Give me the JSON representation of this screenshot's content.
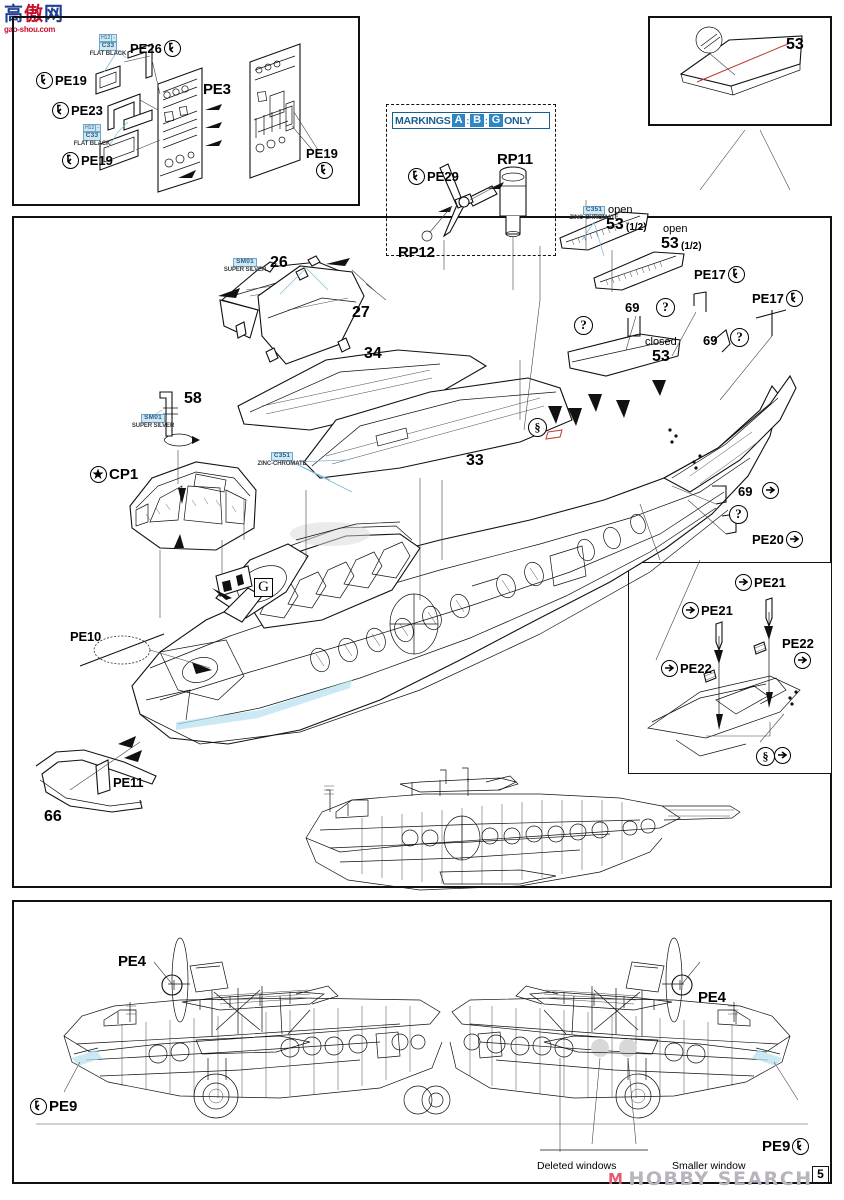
{
  "document": {
    "type": "scale-model-assembly-instruction",
    "page_number": "5"
  },
  "watermarks": {
    "top_left": {
      "chars": [
        "高",
        "傲",
        "网"
      ],
      "url": "gao-shou.com"
    },
    "bottom_right": {
      "text": "HOBBY SEARCH",
      "mark": "M"
    }
  },
  "panels": {
    "top_left_interior": {
      "labels": [
        {
          "id": "pe26",
          "text": "PE26",
          "symbol": "bend-icon"
        },
        {
          "id": "pe19a",
          "text": "PE19",
          "symbol": "bend-icon"
        },
        {
          "id": "pe23",
          "text": "PE23",
          "symbol": "bend-icon"
        },
        {
          "id": "pe19b",
          "text": "PE19",
          "symbol": "bend-icon"
        },
        {
          "id": "pe3",
          "text": "PE3",
          "symbol": "none"
        },
        {
          "id": "pe19c",
          "text": "PE19",
          "symbol": "bend-icon"
        }
      ],
      "paints": [
        {
          "codes": [
            "H12",
            "-"
          ],
          "code": "C33",
          "name": "FLAT BLACK"
        },
        {
          "codes": [
            "H12",
            "-"
          ],
          "code": "C33",
          "name": "FLAT BLACK"
        }
      ]
    },
    "markings_box": {
      "banner_prefix": "MARKINGS",
      "banner_letters": [
        "A",
        "B",
        "G"
      ],
      "banner_suffix": "ONLY",
      "labels": [
        {
          "id": "pe29",
          "text": "PE29",
          "symbol": "bend-icon"
        },
        {
          "id": "rp11",
          "text": "RP11",
          "symbol": "none"
        },
        {
          "id": "rp12",
          "text": "RP12",
          "symbol": "none"
        }
      ]
    },
    "top_right_wing": {
      "labels": [
        {
          "id": "p53",
          "text": "53",
          "symbol": "none"
        }
      ],
      "note": "scribe-line-detail-circle"
    },
    "main_assembly": {
      "part_numbers": [
        "26",
        "27",
        "34",
        "58",
        "33",
        "66",
        "53",
        "53",
        "53",
        "69",
        "69"
      ],
      "labels": [
        {
          "id": "pe17a",
          "text": "PE17",
          "symbol": "bend-icon"
        },
        {
          "id": "pe17b",
          "text": "PE17",
          "symbol": "bend-icon"
        },
        {
          "id": "pe20",
          "text": "PE20",
          "symbol": "arrow-icon"
        },
        {
          "id": "pe10",
          "text": "PE10",
          "symbol": "none"
        },
        {
          "id": "pe11",
          "text": "PE11",
          "symbol": "none"
        },
        {
          "id": "cp1",
          "text": "CP1",
          "symbol": "star-icon"
        }
      ],
      "open_notes": [
        {
          "state": "open",
          "part": "53",
          "qty": "(1/2)"
        },
        {
          "state": "open",
          "part": "53",
          "qty": "(1/2)"
        },
        {
          "state": "closed",
          "part": "53",
          "qty": ""
        }
      ],
      "paints": [
        {
          "code": "SM01",
          "name": "SUPER SILVER"
        },
        {
          "code": "SM01",
          "name": "SUPER SILVER"
        },
        {
          "code": "C351",
          "name": "ZINC-CHROMATE"
        },
        {
          "code": "C351",
          "name": "ZINC-CHROMATE"
        },
        {
          "code": "C351",
          "name": "ZINC-CHROMATE"
        }
      ],
      "decal_marker": "G"
    },
    "detail_box_right": {
      "labels": [
        {
          "id": "pe21a",
          "text": "PE21",
          "symbol": "arrow-icon"
        },
        {
          "id": "pe21b",
          "text": "PE21",
          "symbol": "arrow-icon"
        },
        {
          "id": "pe22a",
          "text": "PE22",
          "symbol": "arrow-icon"
        },
        {
          "id": "pe22b",
          "text": "PE22",
          "symbol": "arrow-icon"
        }
      ]
    },
    "bottom_views": {
      "labels": [
        {
          "id": "pe4a",
          "text": "PE4",
          "symbol": "none"
        },
        {
          "id": "pe4b",
          "text": "PE4",
          "symbol": "none"
        },
        {
          "id": "pe9a",
          "text": "PE9",
          "symbol": "bend-icon"
        },
        {
          "id": "pe9b",
          "text": "PE9",
          "symbol": "bend-icon"
        }
      ],
      "annotations": [
        {
          "id": "deleted-windows",
          "text": "Deleted windows"
        },
        {
          "id": "smaller-window",
          "text": "Smaller window"
        }
      ]
    }
  },
  "colors": {
    "line": "#111111",
    "paint_blue": "#2b5c8a",
    "paint_chip_bg": "#cfe7f2",
    "marking_blue": "#2f86c4",
    "scribe_red": "#c0392b",
    "highlight_cyan": "#b8e2f0",
    "watermark_red": "#c8102e"
  }
}
